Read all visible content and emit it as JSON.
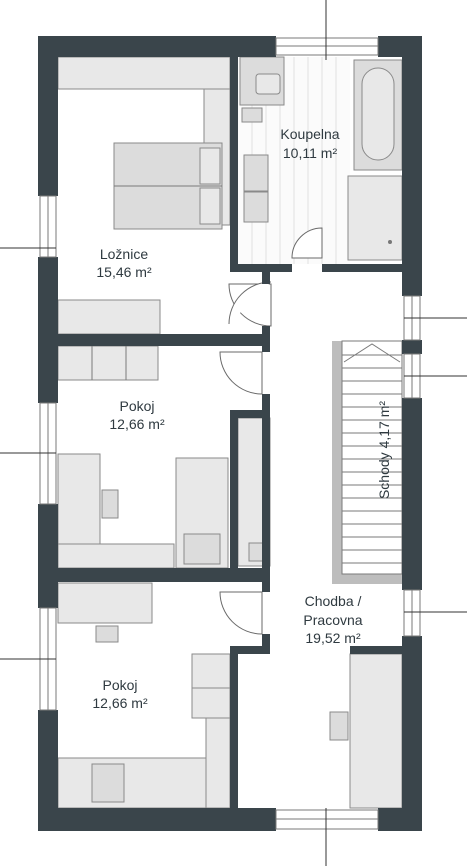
{
  "rooms": {
    "loznice": {
      "name": "Ložnice",
      "area": "15,46 m²"
    },
    "koupelna": {
      "name": "Koupelna",
      "area": "10,11 m²"
    },
    "pokoj1": {
      "name": "Pokoj",
      "area": "12,66 m²"
    },
    "pokoj2": {
      "name": "Pokoj",
      "area": "12,66 m²"
    },
    "schody": {
      "label": "Schody 4,17 m²"
    },
    "chodba": {
      "line1": "Chodba /",
      "line2": "Pracovna",
      "area": "19,52 m²"
    }
  }
}
